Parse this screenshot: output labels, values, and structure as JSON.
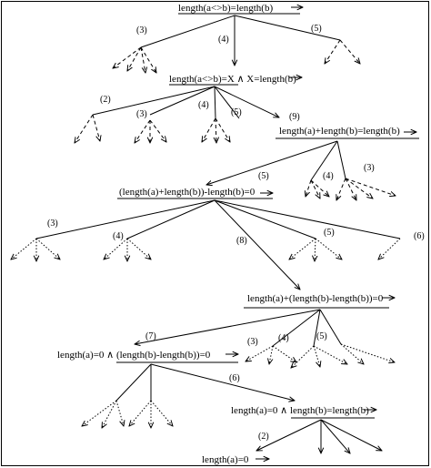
{
  "nodes": {
    "n0": "length(a<>b)=length(b)",
    "n1": "length(a<>b)=X ∧ X=length(b)",
    "n2": "length(a)+length(b)=length(b)",
    "n3": "(length(a)+length(b))-length(b)=0",
    "n4": "length(a)+(length(b)-length(b))=0",
    "n5": "length(a)=0 ∧ (length(b)-length(b))=0",
    "n6": "length(a)=0 ∧ length(b)=length(b)",
    "n7": "length(a)=0"
  },
  "edge_labels": {
    "e0_3": "(3)",
    "e0_4": "(4)",
    "e0_5": "(5)",
    "e1_2": "(2)",
    "e1_3": "(3)",
    "e1_4": "(4)",
    "e1_5": "(5)",
    "e1_9": "(9)",
    "e2_5": "(5)",
    "e2_4": "(4)",
    "e2_3": "(3)",
    "e3_3": "(3)",
    "e3_4": "(4)",
    "e3_8": "(8)",
    "e3_5": "(5)",
    "e3_6": "(6)",
    "e4_7": "(7)",
    "e4_3": "(3)",
    "e4_4": "(4)",
    "e4_5": "(5)",
    "e5_6": "(6)",
    "e6_2": "(2)"
  },
  "arrow_glyph": "→"
}
